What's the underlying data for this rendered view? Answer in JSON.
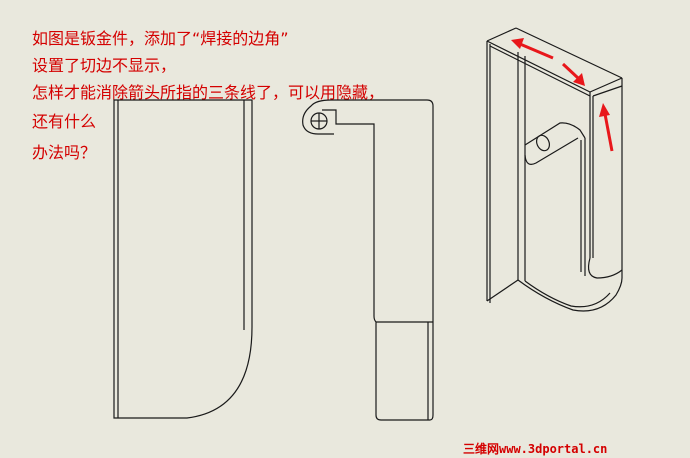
{
  "question": {
    "line1": "如图是钣金件，添加了“焊接的边角”",
    "line2": "设置了切边不显示，",
    "line3": "怎样才能消除箭头所指的三条线了，可以用隐藏，",
    "line4": "还有什么",
    "line5": "办法吗？"
  },
  "watermark": "三维网www.3dportal.cn",
  "colors": {
    "question_text": "#d40000",
    "arrow": "#e8171b",
    "line": "#1a1a1a",
    "background": "#e9e8dd"
  }
}
